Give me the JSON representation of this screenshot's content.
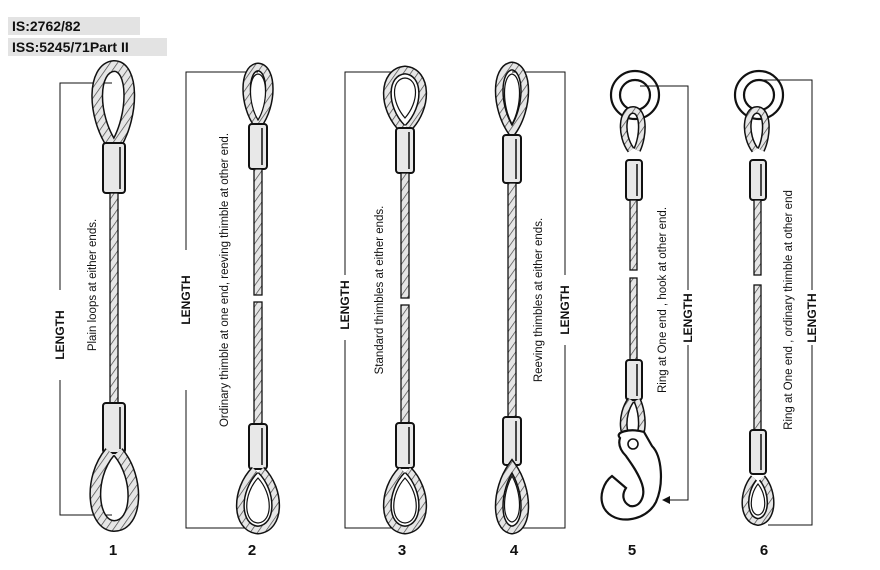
{
  "standards": [
    "IS:2762/82",
    "ISS:5245/71Part II"
  ],
  "length_label": "LENGTH",
  "slings": [
    {
      "number": "1",
      "description": "Plain loops at either ends."
    },
    {
      "number": "2",
      "description": "Ordinary thimble at one end, reeving thimble at other end."
    },
    {
      "number": "3",
      "description": "Standard thimbles at either ends."
    },
    {
      "number": "4",
      "description": "Reeving thimbles at either ends."
    },
    {
      "number": "5",
      "description": "Ring at One end , hook at other end."
    },
    {
      "number": "6",
      "description": "Ring at One end , ordinary thimble  at other end"
    }
  ],
  "colors": {
    "ink": "#111111",
    "rope_fill": "#dcdcdc",
    "label_bg": "#e3e3e3"
  }
}
